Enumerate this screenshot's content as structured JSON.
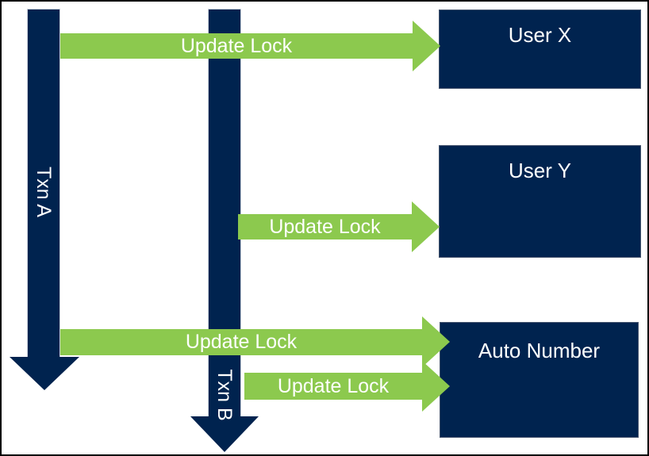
{
  "diagram": {
    "timelines": [
      {
        "label": "Txn A"
      },
      {
        "label": "Txn B"
      }
    ],
    "boxes": [
      {
        "label": "User X"
      },
      {
        "label": "User Y"
      },
      {
        "label": "Auto Number"
      }
    ],
    "arrows": [
      {
        "label": "Update Lock",
        "from": "Txn A",
        "to": "User X"
      },
      {
        "label": "Update Lock",
        "from": "Txn B",
        "to": "User Y"
      },
      {
        "label": "Update Lock",
        "from": "Txn A",
        "to": "Auto Number"
      },
      {
        "label": "Update Lock",
        "from": "Txn B",
        "to": "Auto Number"
      }
    ],
    "colors": {
      "navy": "#00234f",
      "green": "#8cc94e",
      "label_text": "#ffffff",
      "canvas_border": "#000000",
      "background": "#ffffff"
    }
  }
}
